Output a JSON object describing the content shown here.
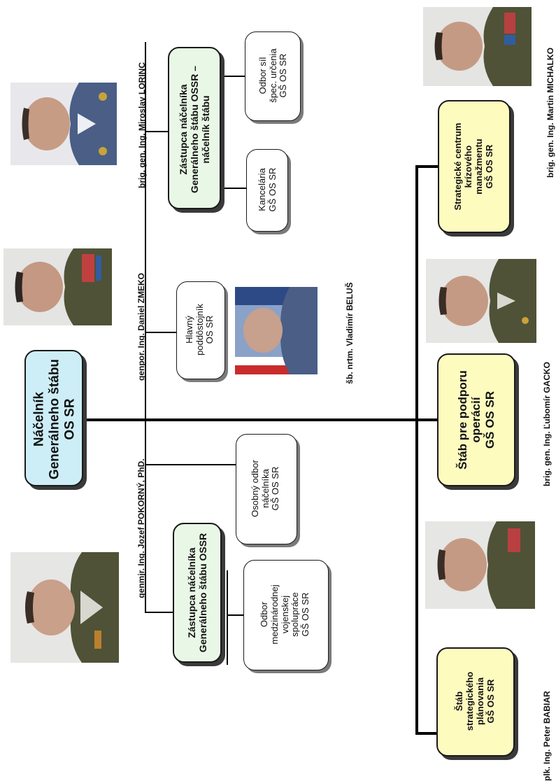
{
  "chief": {
    "title_lines": [
      "Náčelník",
      "Generálneho štábu",
      "OS SR"
    ],
    "name": "genpor. Ing. Daniel ZMEKO"
  },
  "deputy_1": {
    "title_lines": [
      "Zástupca náčelníka",
      "Generálneho štábu OSSR"
    ],
    "name": "genmjr. Ing. Jozef POKORNÝ, PhD."
  },
  "deputy_2": {
    "title_lines": [
      "Zástupca náčelníka",
      "Generálneho štábu OSSR –",
      "náčelník štábu"
    ],
    "name": "brig. gen. Ing. Miroslav LORINC"
  },
  "office_chancellery": {
    "lines": [
      "Kancelária",
      "GŠ OS SR"
    ]
  },
  "office_special_forces": {
    "lines": [
      "Odbor síl",
      "špec. určenia",
      "GŠ OS SR"
    ]
  },
  "office_international": {
    "lines": [
      "Odbor",
      "medzinárodnej",
      "vojenskej",
      "spolupráce",
      "GŠ OS SR"
    ]
  },
  "office_personal": {
    "lines": [
      "Osobný odbor",
      "náčelníka",
      "GŠ OS SR"
    ]
  },
  "nco": {
    "lines": [
      "Hlavný",
      "poddôstojník",
      "OS SR"
    ],
    "name": "šb. nrtm. Vladimír BELUŠ"
  },
  "staff_operations": {
    "lines": [
      "Štáb pre podporu",
      "operácií",
      "GŠ OS SR"
    ],
    "name": "brig. gen.  Ing. Ľubomír GACKO"
  },
  "crisis_centre": {
    "lines": [
      "Strategické centrum",
      "krízového",
      "manažmentu",
      "GŠ OS SR"
    ],
    "name": "brig. gen. Ing. Martin MICHALKO"
  },
  "staff_planning": {
    "lines": [
      "Štáb",
      "strategického",
      "plánovania",
      "GŠ OS SR"
    ],
    "name": "plk. Ing. Peter BABIAR"
  },
  "colors": {
    "green_box": "#e9f8e6",
    "yellow_box": "#fefbbf",
    "blue_box": "#cdeef7",
    "uniform_olive": "#4f5236",
    "uniform_blue": "#4a5e86"
  }
}
